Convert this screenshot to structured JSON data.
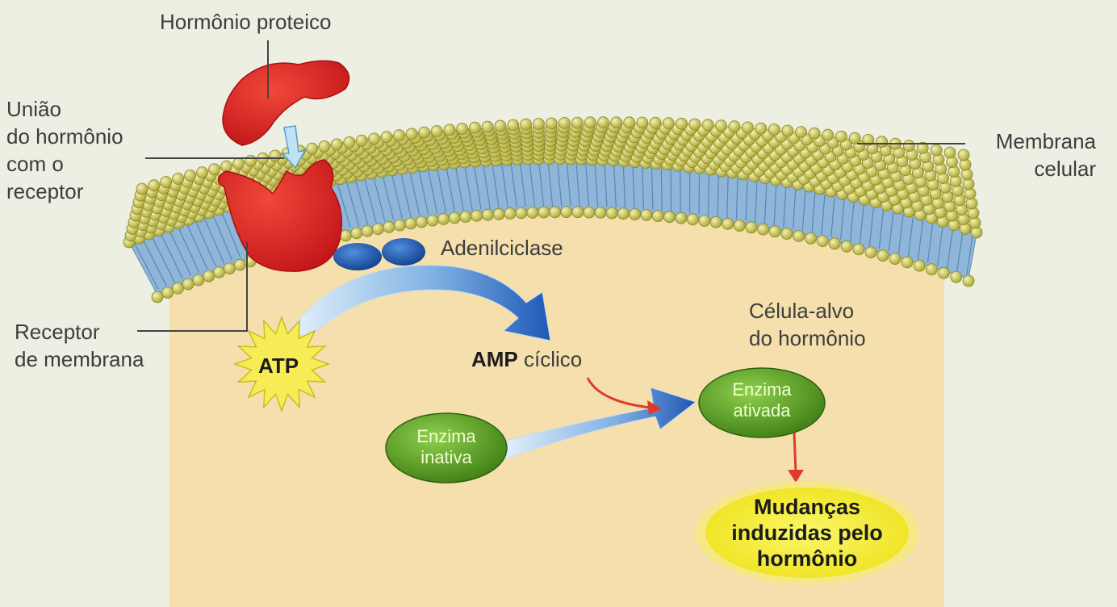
{
  "labels": {
    "hormone": "Hormônio proteico",
    "union": [
      "União",
      "do hormônio",
      "com o",
      "receptor"
    ],
    "membrane": [
      "Membrana",
      "celular"
    ],
    "receptor": [
      "Receptor",
      "de membrana"
    ],
    "adenylcyclase": "Adenilciclase",
    "target_cell": [
      "Célula-alvo",
      "do hormônio"
    ],
    "atp": "ATP",
    "camp_bold": "AMP",
    "camp_rest": "cíclico",
    "enzyme_inactive": [
      "Enzima",
      "inativa"
    ],
    "enzyme_active": [
      "Enzima",
      "ativada"
    ],
    "effects": [
      "Mudanças",
      "induzidas pelo",
      "hormônio"
    ]
  },
  "colors": {
    "background": "#ecefe1",
    "cell_interior": "#f4dfad",
    "lipid_head": "#d8d35a",
    "lipid_tail": "#8fb6d8",
    "hormone_red": "#e3282b",
    "adenylcyclase_blue": "#1e5fb0",
    "arrow_blue": "#2a64c4",
    "enzyme_green": "#5ba424",
    "effect_yellow": "#f4ef2a",
    "reaction_red": "#e03a2a",
    "atp_star": "#f7ec55"
  }
}
